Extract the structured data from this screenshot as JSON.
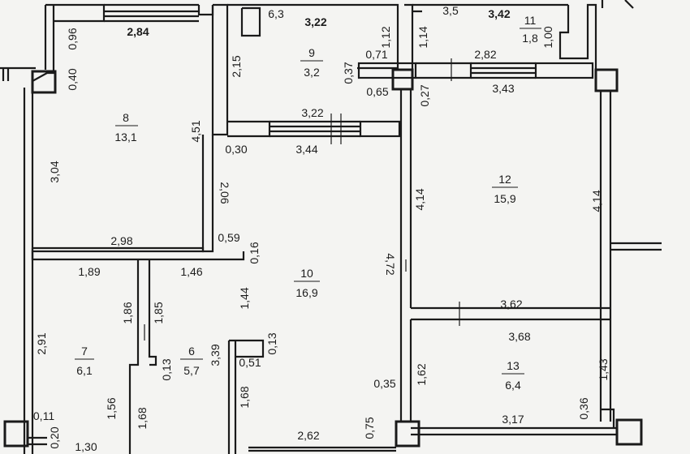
{
  "rooms": [
    {
      "number": "8",
      "area": "13,1"
    },
    {
      "number": "9",
      "area": "3,2"
    },
    {
      "number": "11",
      "area": "1,8"
    },
    {
      "number": "12",
      "area": "15,9"
    },
    {
      "number": "10",
      "area": "16,9"
    },
    {
      "number": "7",
      "area": "6,1"
    },
    {
      "number": "6",
      "area": "5,7"
    },
    {
      "number": "13",
      "area": "6,4"
    }
  ],
  "dimensions": [
    "2,84",
    "0,96",
    "0,40",
    "3,04",
    "4,51",
    "2,98",
    "6,3",
    "3,22",
    "2,15",
    "0,37",
    "0,65",
    "3,22",
    "3,44",
    "0,30",
    "2,06",
    "1,12",
    "0,71",
    "1,14",
    "3,5",
    "3,42",
    "1,00",
    "2,82",
    "3,43",
    "0,27",
    "4,14",
    "4,14",
    "4,72",
    "0,59",
    "0,16",
    "1,46",
    "1,89",
    "1,86",
    "1,85",
    "1,44",
    "3,39",
    "0,13",
    "2,91",
    "0,13",
    "0,51",
    "1,68",
    "0,35",
    "1,62",
    "3,62",
    "3,68",
    "1,43",
    "0,36",
    "3,17",
    "2,62",
    "0,75",
    "0,11",
    "0,20",
    "1,30",
    "1,56",
    "1,68"
  ]
}
